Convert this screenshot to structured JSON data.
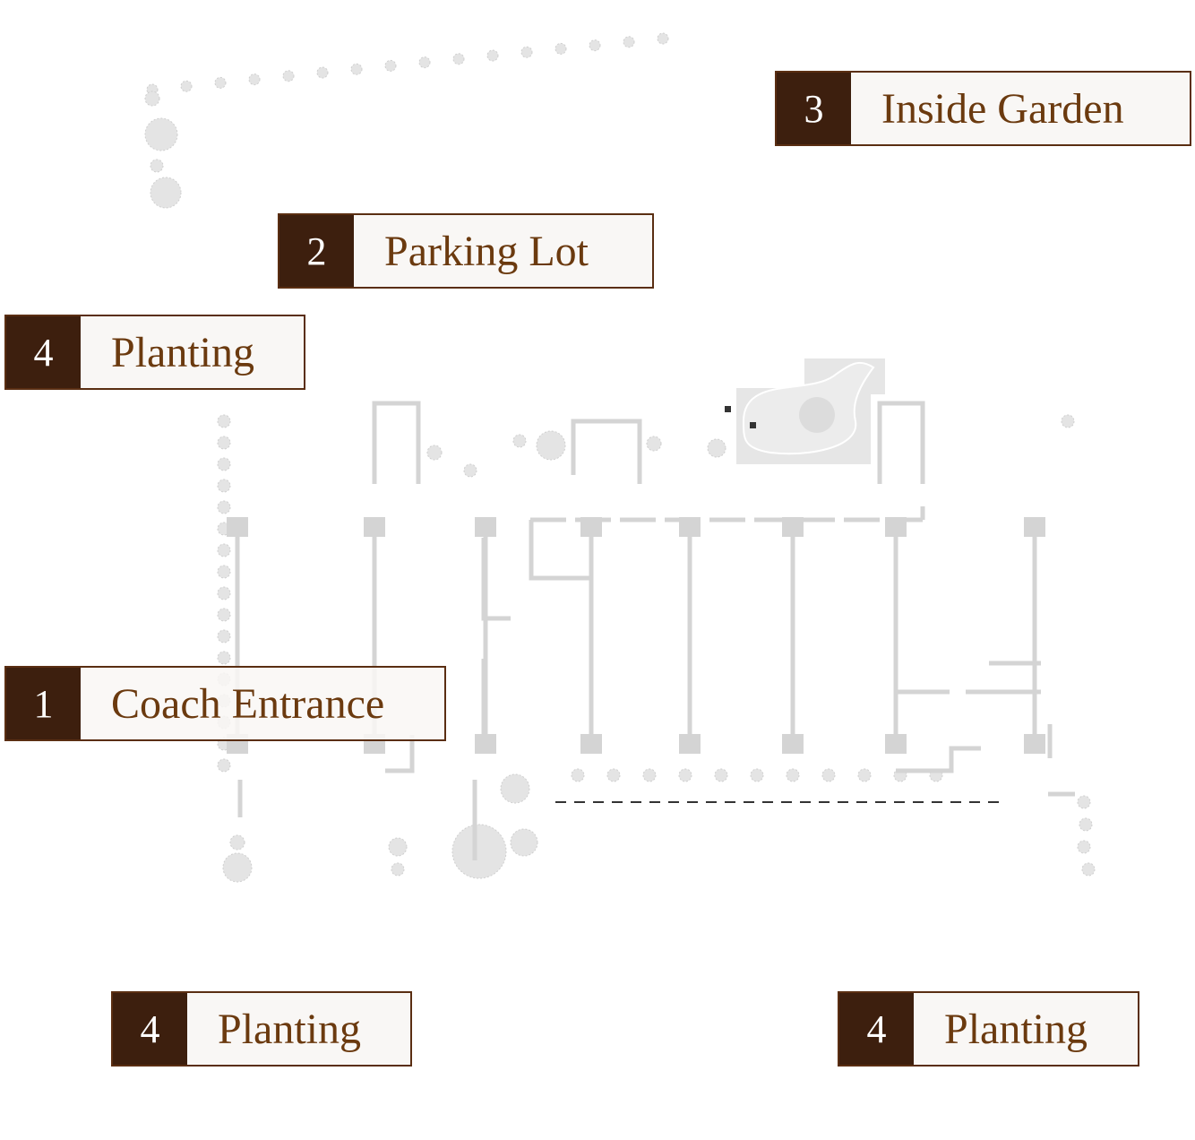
{
  "labels": [
    {
      "number": "3",
      "text": "Inside Garden"
    },
    {
      "number": "2",
      "text": "Parking Lot"
    },
    {
      "number": "4",
      "text": "Planting"
    },
    {
      "number": "1",
      "text": "Coach Entrance"
    },
    {
      "number": "4",
      "text": "Planting"
    },
    {
      "number": "4",
      "text": "Planting"
    }
  ],
  "colors": {
    "accent_dark": "#3d1f0e",
    "label_text": "#6b3a0f",
    "plan_gray": "#d6d6d6"
  }
}
